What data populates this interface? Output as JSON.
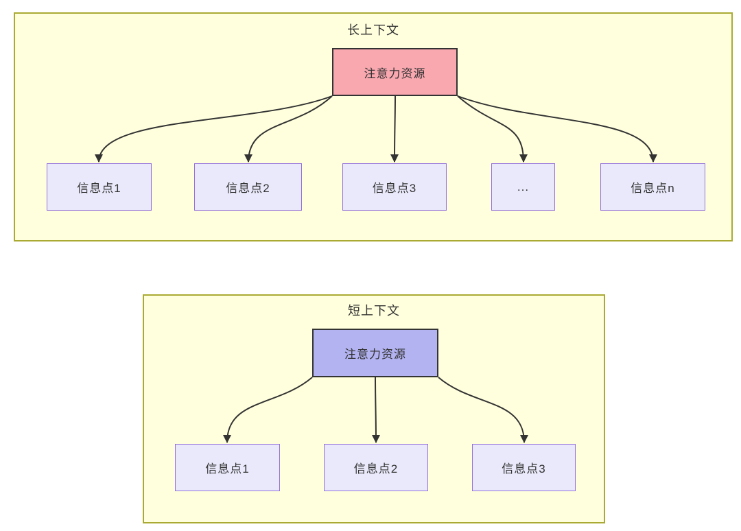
{
  "sections": [
    {
      "title": "长上下文",
      "root_label": "注意力资源",
      "children": [
        "信息点1",
        "信息点2",
        "信息点3",
        "...",
        "信息点n"
      ]
    },
    {
      "title": "短上下文",
      "root_label": "注意力资源",
      "children": [
        "信息点1",
        "信息点2",
        "信息点3"
      ]
    }
  ],
  "colors": {
    "panel_fill": "#FFFFDE",
    "panel_border": "#AAAA33",
    "long_root_fill": "#F9A8B0",
    "short_root_fill": "#B3B3F2",
    "info_node_fill": "#E9E9FB",
    "info_node_border": "#9370DB",
    "line_and_text": "#333333"
  }
}
